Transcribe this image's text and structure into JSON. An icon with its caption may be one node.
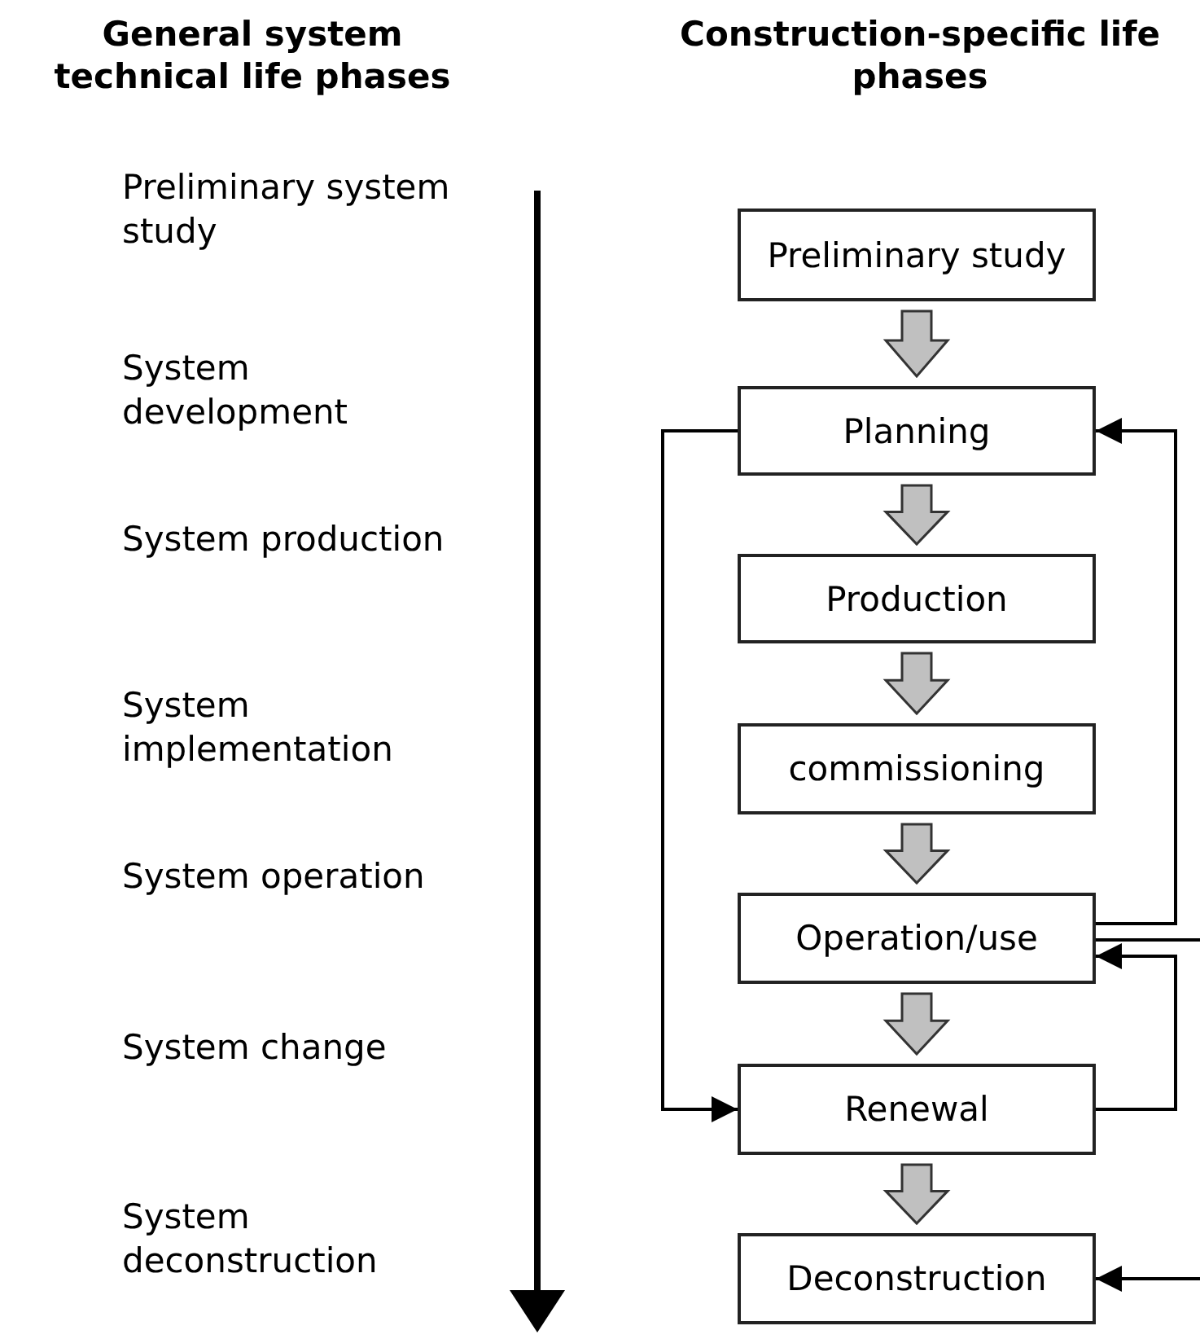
{
  "diagram": {
    "nodes": [
      {
        "text": [
          "Preliminary study"
        ]
      },
      {
        "text": [
          "Planning"
        ]
      },
      {
        "text": [
          "Production"
        ]
      },
      {
        "text": [
          "commissioning"
        ]
      },
      {
        "text": [
          "Operation/use"
        ]
      },
      {
        "text": [
          "Renewal"
        ]
      },
      {
        "text": [
          "Deconstruction"
        ]
      }
    ],
    "edges": [
      {
        "from": 0,
        "to": 1,
        "arrow": "to",
        "style": "thick",
        "color": "#c0c0c0"
      },
      {
        "from": 1,
        "to": 2,
        "arrow": "to",
        "style": "thick",
        "color": "#c0c0c0"
      },
      {
        "from": 2,
        "to": 3,
        "arrow": "to",
        "style": "thick",
        "color": "#c0c0c0"
      },
      {
        "from": 3,
        "to": 4,
        "arrow": "to",
        "style": "thick",
        "color": "#c0c0c0"
      },
      {
        "from": 4,
        "to": 5,
        "arrow": "to",
        "style": "thick",
        "color": "#c0c0c0"
      },
      {
        "from": 5,
        "to": 6,
        "arrow": "to",
        "style": "thick",
        "color": "#c0c0c0"
      },
      {
        "from": 1,
        "to": 5,
        "arrow": "to"
      },
      {
        "from": 4,
        "to": 1,
        "arrow": "to"
      },
      {
        "from": 5,
        "to": 4,
        "arrow": "to"
      },
      {
        "from": 4,
        "to": null,
        "arrow": "none"
      },
      {
        "from": null,
        "to": 6,
        "arrow": "to"
      }
    ],
    "labels": [
      "General system technical life phases",
      "Construction-specific life phases",
      "Preliminary system study",
      "System development",
      "System production",
      "System implementation",
      "System operation",
      "System change",
      "System deconstruction"
    ]
  }
}
